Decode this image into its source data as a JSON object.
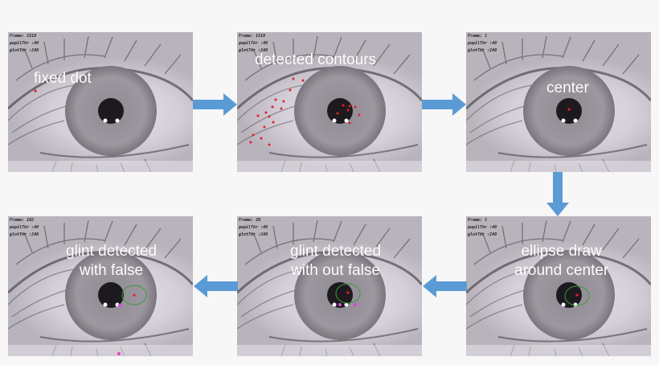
{
  "colors": {
    "arrow": "#5b9bd5",
    "background": "#f7f7f7",
    "detected_point": "#e0202a",
    "ellipse": "#3a9a3a",
    "glint": "#e040e0"
  },
  "panels": [
    {
      "id": "fixed-dot",
      "hud": [
        "Frame: 1519",
        "pupilThr :40",
        "glntThr :240"
      ],
      "label": [
        "fixed dot"
      ]
    },
    {
      "id": "detected-contours",
      "hud": [
        "Frame: 1519",
        "pupilThr :40",
        "glntThr :240"
      ],
      "label": [
        "detected contours"
      ]
    },
    {
      "id": "center",
      "hud": [
        "Frame: 1",
        "pupilThr :40",
        "glntThr :240"
      ],
      "label": [
        "center"
      ]
    },
    {
      "id": "ellipse",
      "hud": [
        "Frame: 1",
        "pupilThr :40",
        "glntThr :240"
      ],
      "label": [
        "ellipse draw",
        "around center"
      ]
    },
    {
      "id": "glint-without-false",
      "hud": [
        "Frame: 20",
        "pupilThr :40",
        "glntThr :240"
      ],
      "label": [
        "glint detected",
        "with out false"
      ]
    },
    {
      "id": "glint-with-false",
      "hud": [
        "Frame: 102",
        "pupilThr :40",
        "glntThr :240"
      ],
      "label": [
        "glint detected",
        "with false"
      ]
    }
  ],
  "flow": [
    "fixed dot",
    "detected contours",
    "center",
    "ellipse draw around center",
    "glint detected with out false",
    "glint detected with false"
  ]
}
